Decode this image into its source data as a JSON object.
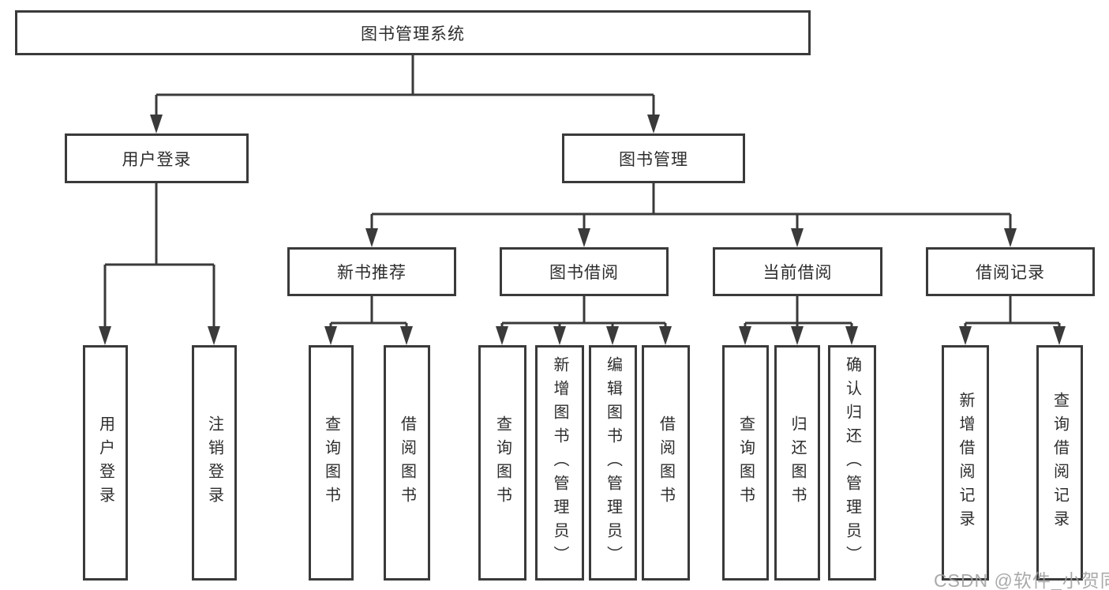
{
  "diagram": {
    "root": {
      "label": "图书管理系统"
    },
    "level2": [
      {
        "label": "用户登录"
      },
      {
        "label": "图书管理"
      }
    ],
    "level3": [
      {
        "parent": "图书管理",
        "label": "新书推荐"
      },
      {
        "parent": "图书管理",
        "label": "图书借阅"
      },
      {
        "parent": "图书管理",
        "label": "当前借阅"
      },
      {
        "parent": "图书管理",
        "label": "借阅记录"
      }
    ],
    "leaves": [
      {
        "parent": "用户登录",
        "label": "用户登录"
      },
      {
        "parent": "用户登录",
        "label": "注销登录"
      },
      {
        "parent": "新书推荐",
        "label": "查询图书"
      },
      {
        "parent": "新书推荐",
        "label": "借阅图书"
      },
      {
        "parent": "图书借阅",
        "label": "查询图书"
      },
      {
        "parent": "图书借阅",
        "label": "新增图书（管理员）"
      },
      {
        "parent": "图书借阅",
        "label": "编辑图书（管理员）"
      },
      {
        "parent": "图书借阅",
        "label": "借阅图书"
      },
      {
        "parent": "当前借阅",
        "label": "查询图书"
      },
      {
        "parent": "当前借阅",
        "label": "归还图书"
      },
      {
        "parent": "当前借阅",
        "label": "确认归还（管理员）"
      },
      {
        "parent": "借阅记录",
        "label": "新增借阅记录"
      },
      {
        "parent": "借阅记录",
        "label": "查询借阅记录"
      }
    ]
  },
  "watermark": {
    "text": "CSDN @软件_小贺同学"
  },
  "colors": {
    "line": "#3a3a3a",
    "text": "#2d2d2d",
    "box_background": "#ffffff",
    "page_background": "#ffffff",
    "watermark": "#9e9e9e"
  }
}
